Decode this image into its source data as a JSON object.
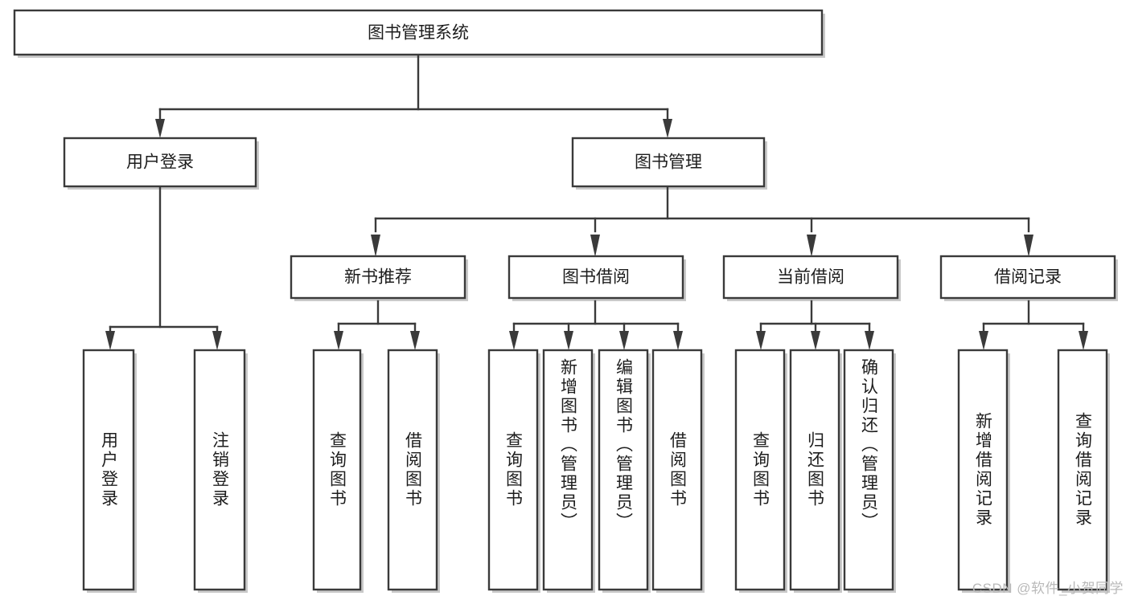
{
  "diagram": {
    "type": "tree",
    "title": "图书管理系统",
    "root": {
      "id": "root",
      "label": "图书管理系统"
    },
    "level2": [
      {
        "id": "user-login",
        "label": "用户登录"
      },
      {
        "id": "book-manage",
        "label": "图书管理"
      }
    ],
    "level3": [
      {
        "id": "new-book-recommend",
        "label": "新书推荐",
        "parent": "book-manage"
      },
      {
        "id": "book-borrow",
        "label": "图书借阅",
        "parent": "book-manage"
      },
      {
        "id": "current-borrow",
        "label": "当前借阅",
        "parent": "book-manage"
      },
      {
        "id": "borrow-record",
        "label": "借阅记录",
        "parent": "book-manage"
      }
    ],
    "leaves": [
      {
        "id": "leaf-user-login",
        "label": "用户登录",
        "parent": "user-login"
      },
      {
        "id": "leaf-logout",
        "label": "注销登录",
        "parent": "user-login"
      },
      {
        "id": "leaf-query-book-1",
        "label": "查询图书",
        "parent": "new-book-recommend"
      },
      {
        "id": "leaf-borrow-book-1",
        "label": "借阅图书",
        "parent": "new-book-recommend"
      },
      {
        "id": "leaf-query-book-2",
        "label": "查询图书",
        "parent": "book-borrow"
      },
      {
        "id": "leaf-add-book",
        "label": "新增图书（管理员）",
        "parent": "book-borrow"
      },
      {
        "id": "leaf-edit-book",
        "label": "编辑图书（管理员）",
        "parent": "book-borrow"
      },
      {
        "id": "leaf-borrow-book-2",
        "label": "借阅图书",
        "parent": "book-borrow"
      },
      {
        "id": "leaf-query-book-3",
        "label": "查询图书",
        "parent": "current-borrow"
      },
      {
        "id": "leaf-return-book",
        "label": "归还图书",
        "parent": "current-borrow"
      },
      {
        "id": "leaf-confirm-return",
        "label": "确认归还（管理员）",
        "parent": "current-borrow"
      },
      {
        "id": "leaf-add-record",
        "label": "新增借阅记录",
        "parent": "borrow-record"
      },
      {
        "id": "leaf-query-record",
        "label": "查询借阅记录",
        "parent": "borrow-record"
      }
    ]
  },
  "watermark": {
    "text": "CSDN @软件_小贺同学"
  },
  "colors": {
    "stroke": "#3a3a3a",
    "fill": "#ffffff",
    "text": "#1d1d1d",
    "shadow": "#c9c9c9",
    "watermark": "#b9b9b9"
  }
}
